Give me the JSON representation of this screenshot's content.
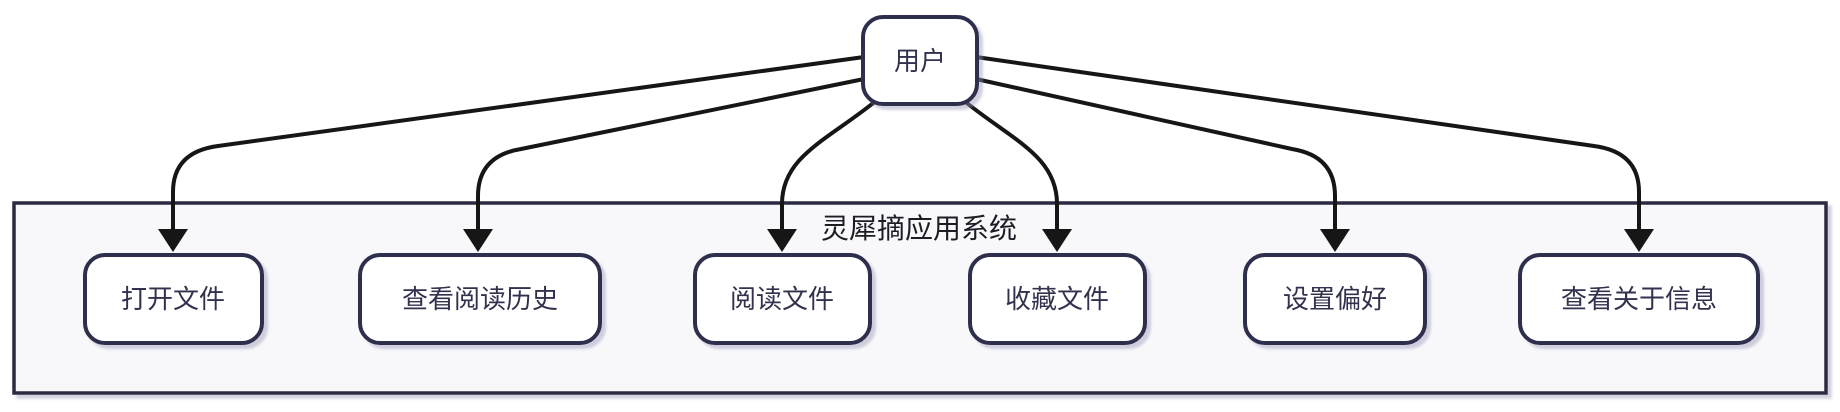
{
  "diagram": {
    "type": "flowchart-use-case",
    "actor": {
      "label": "用户"
    },
    "system_boundary": {
      "label": "灵犀摘应用系统"
    },
    "use_cases": [
      {
        "id": "open-file",
        "label": "打开文件"
      },
      {
        "id": "view-reading-history",
        "label": "查看阅读历史"
      },
      {
        "id": "read-file",
        "label": "阅读文件"
      },
      {
        "id": "favorite-file",
        "label": "收藏文件"
      },
      {
        "id": "set-preferences",
        "label": "设置偏好"
      },
      {
        "id": "view-about-info",
        "label": "查看关于信息"
      }
    ],
    "edges": [
      {
        "from": "用户",
        "to": "打开文件"
      },
      {
        "from": "用户",
        "to": "查看阅读历史"
      },
      {
        "from": "用户",
        "to": "阅读文件"
      },
      {
        "from": "用户",
        "to": "收藏文件"
      },
      {
        "from": "用户",
        "to": "设置偏好"
      },
      {
        "from": "用户",
        "to": "查看关于信息"
      }
    ],
    "colors": {
      "node_border": "#2d2d4d",
      "node_fill": "#ffffff",
      "boundary_border": "#2a2a42",
      "boundary_fill": "#f8f8fb",
      "edge": "#161616",
      "node_text": "#32324e",
      "boundary_label_text": "#1c1c24"
    }
  }
}
